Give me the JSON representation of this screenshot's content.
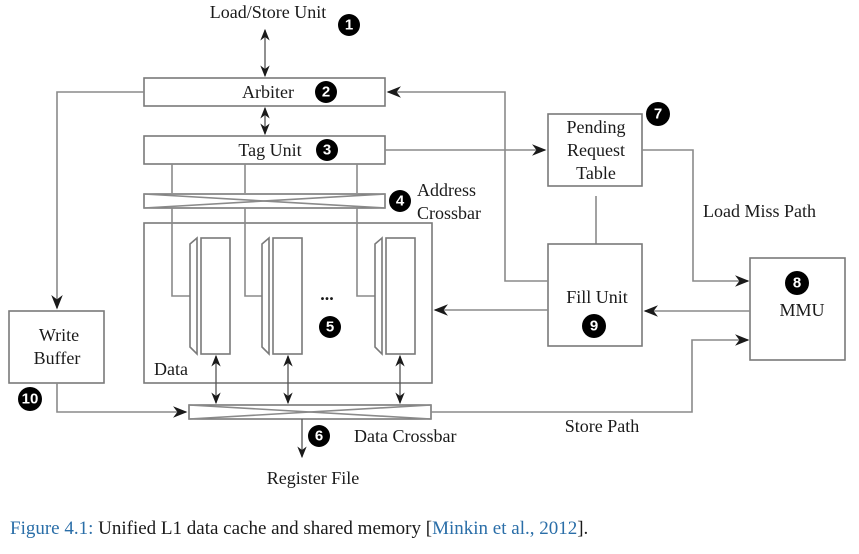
{
  "diagram": {
    "nodes": {
      "load_store_unit": {
        "label": "Load/Store Unit",
        "badge": "1"
      },
      "arbiter": {
        "label": "Arbiter",
        "badge": "2"
      },
      "tag_unit": {
        "label": "Tag Unit",
        "badge": "3"
      },
      "address_crossbar": {
        "label_line1": "Address",
        "label_line2": "Crossbar",
        "badge": "4"
      },
      "data_array": {
        "label": "Data",
        "ellipsis": "...",
        "badge": "5"
      },
      "data_crossbar": {
        "label": "Data Crossbar",
        "badge": "6"
      },
      "pending_request_table": {
        "label_line1": "Pending",
        "label_line2": "Request",
        "label_line3": "Table",
        "badge": "7"
      },
      "mmu": {
        "label": "MMU",
        "badge": "8"
      },
      "fill_unit": {
        "label": "Fill Unit",
        "badge": "9"
      },
      "write_buffer": {
        "label_line1": "Write",
        "label_line2": "Buffer",
        "badge": "10"
      },
      "register_file": {
        "label": "Register File"
      }
    },
    "paths": {
      "load_miss": "Load Miss Path",
      "store": "Store Path"
    }
  },
  "caption": {
    "prefix": "Figure 4.1:",
    "text": " Unified L1 data cache and shared memory [",
    "citation": "Minkin et al., 2012",
    "suffix": "]."
  },
  "colors": {
    "caption_accent": "#2a6ea8",
    "badge": "#000000"
  }
}
